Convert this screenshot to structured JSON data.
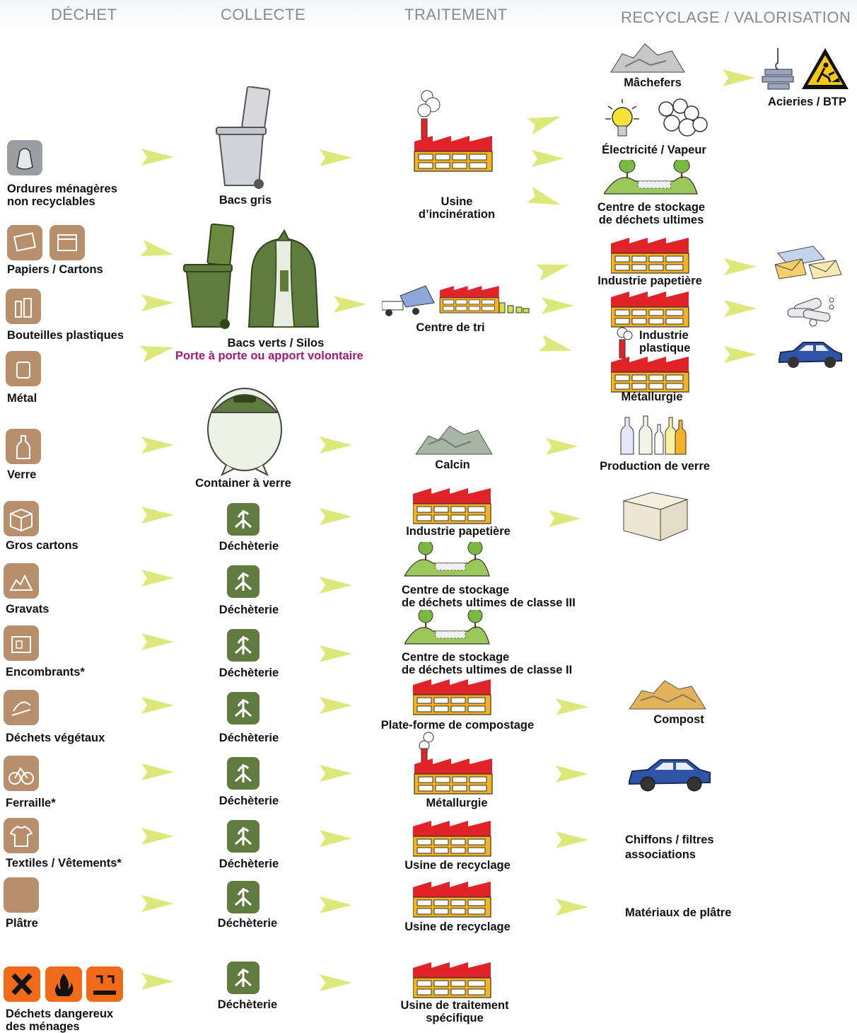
{
  "headers": [
    "DÉCHET",
    "COLLECTE",
    "TRAITEMENT",
    "RECYCLAGE / VALORISATION"
  ],
  "colors": {
    "arrow": "#dce97a",
    "brown": "#b88f6c",
    "factory_red": "#e0242a",
    "factory_yellow": "#f6b21f",
    "green_bin": "#5f7b3e",
    "hazard": "#ef6a19",
    "magenta": "#a0187a"
  },
  "waste": {
    "ordures": "Ordures ménagères\nnon recyclables",
    "papiers": "Papiers / Cartons",
    "bouteilles": "Bouteilles plastiques",
    "metal": "Métal",
    "verre": "Verre",
    "gros_cartons": "Gros cartons",
    "gravats": "Gravats",
    "encombrants": "Encombrants*",
    "vegetaux": "Déchets végétaux",
    "ferraille": "Ferraille*",
    "textiles": "Textiles / Vêtements*",
    "platre": "Plâtre",
    "dangereux": "Déchets dangereux\ndes ménages"
  },
  "collecte": {
    "bacs_gris": "Bacs gris",
    "bacs_verts": "Bacs verts / Silos",
    "porte": "Porte à porte ou apport volontaire",
    "container_verre": "Container à verre",
    "decheterie": "Déchèterie"
  },
  "traitement": {
    "incineration": "Usine\nd’incinération",
    "centre_tri": "Centre de tri",
    "calcin": "Calcin",
    "papetiere": "Industrie papetière",
    "stockage3": "Centre de stockage\nde déchets ultimes de classe III",
    "stockage2": "Centre de stockage\nde déchets ultimes de classe II",
    "compostage": "Plate-forme de compostage",
    "metallurgie": "Métallurgie",
    "recyclage1": "Usine de recyclage",
    "recyclage2": "Usine de recyclage",
    "specifique": "Usine de traitement\nspécifique"
  },
  "valorisation": {
    "machefers": "Mâchefers",
    "acieries": "Acieries / BTP",
    "electricite": "Électricité / Vapeur",
    "stockage_ultimes": "Centre de stockage\nde déchets ultimes",
    "papetiere": "Industrie papetière",
    "plastique": "Industrie\nplastique",
    "metallurgie": "Métallurgie",
    "verre": "Production de verre",
    "compost": "Compost",
    "chiffons": "Chiffons / filtres\nassociations",
    "platre": "Matériaux de plâtre"
  }
}
